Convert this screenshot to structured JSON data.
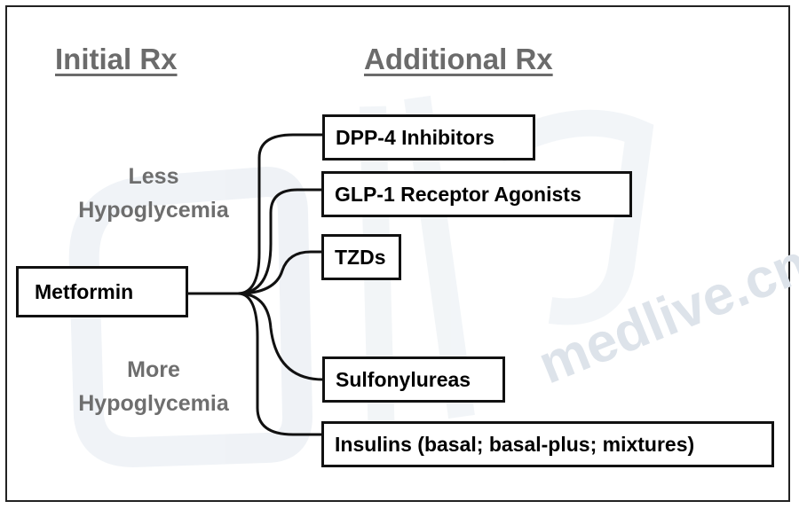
{
  "headings": {
    "initial": "Initial Rx",
    "additional": "Additional Rx"
  },
  "notes": {
    "less": "Less Hypoglycemia",
    "more": "More Hypoglycemia"
  },
  "start_node": "Metformin",
  "options": [
    "DPP-4 Inhibitors",
    "GLP-1 Receptor Agonists",
    "TZDs",
    "Sulfonylureas",
    "Insulins (basal; basal-plus; mixtures)"
  ],
  "watermark": "medlive.cn",
  "colors": {
    "box_border": "#111111",
    "heading_text": "#6b6b6b",
    "watermark": "#dfe6ee"
  }
}
